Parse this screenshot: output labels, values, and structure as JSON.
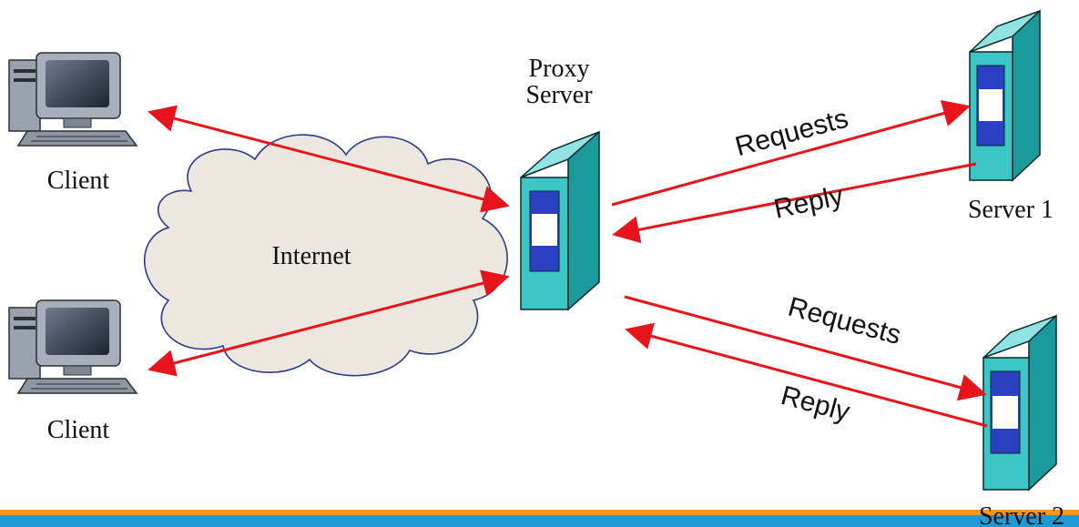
{
  "labels": {
    "client_top": "Client",
    "client_bottom": "Client",
    "internet": "Internet",
    "proxy_line1": "Proxy",
    "proxy_line2": "Server",
    "server1": "Server 1",
    "server2": "Server 2",
    "requests_1": "Requests",
    "reply_1": "Reply",
    "requests_2": "Requests",
    "reply_2": "Reply"
  },
  "colors": {
    "arrow": "#e8141b",
    "server_face": "#3cc6c6",
    "server_side": "#1a9a9a",
    "server_top": "#8fe3e3",
    "slot": "#2b3fc2",
    "cloud_fill": "#ece8e0",
    "cloud_stroke": "#2e3a8c",
    "footer_orange": "#f39a1c",
    "footer_blue": "#1f9ad6"
  },
  "icons": {
    "client": "desktop-computer-icon",
    "server": "server-tower-icon",
    "internet": "cloud-icon"
  }
}
